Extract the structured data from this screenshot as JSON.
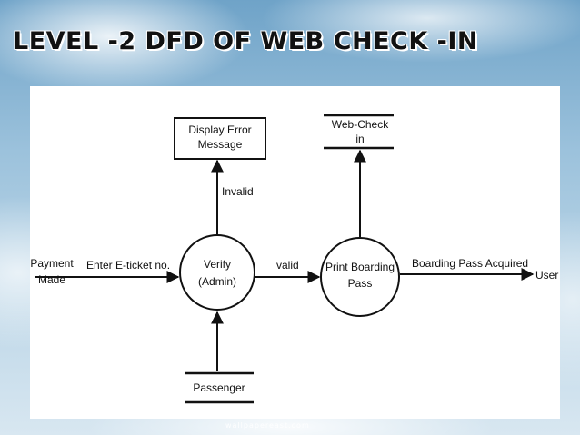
{
  "slide": {
    "title": "LEVEL -2 DFD OF WEB CHECK -IN"
  },
  "diagram": {
    "processes": {
      "verify": [
        "Verify",
        "(Admin)"
      ],
      "print_boarding_pass": [
        "Print Boarding",
        "Pass"
      ]
    },
    "external_entities": {
      "payment_made": [
        "Payment",
        "Made"
      ],
      "user": "User",
      "display_error_message": [
        "Display Error",
        "Message"
      ]
    },
    "data_stores": {
      "web_check_in": [
        "Web-Check",
        "in"
      ],
      "passenger": "Passenger"
    },
    "flows": {
      "enter_eticket": "Enter E-ticket no.",
      "invalid": "Invalid",
      "valid": "valid",
      "boarding_pass_acquired": "Boarding Pass Acquired"
    }
  },
  "watermark": "wallpapereast.com"
}
